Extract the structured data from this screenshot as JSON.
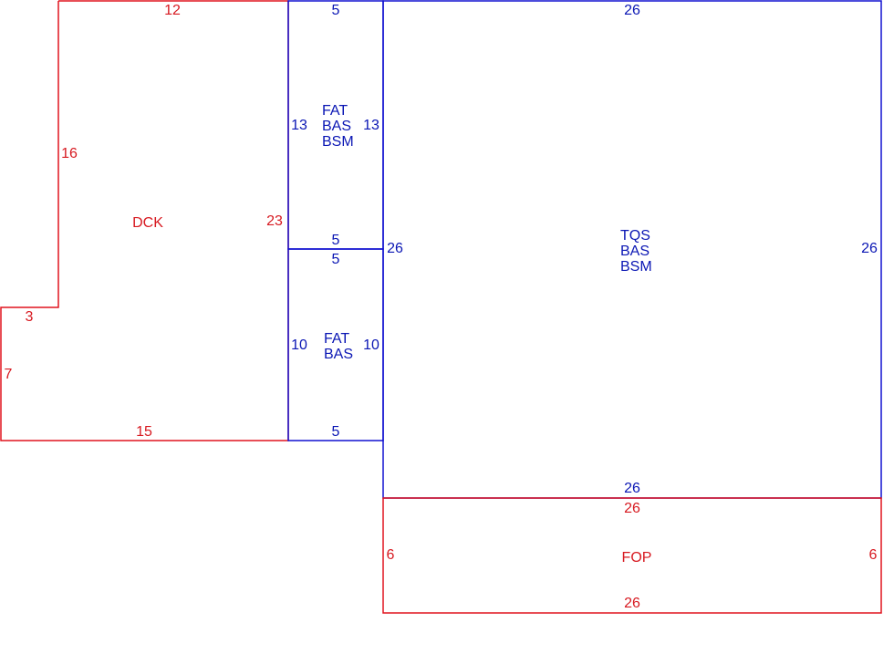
{
  "colors": {
    "red": "#d71920",
    "blue": "#0a16b4"
  },
  "areas": {
    "dck": {
      "name": "DCK",
      "top": "12",
      "upper_left": "16",
      "step_top": "3",
      "lower_left": "7",
      "bottom": "15",
      "right": "23"
    },
    "fat_upper": {
      "line1": "FAT",
      "line2": "BAS",
      "line3": "BSM",
      "top": "5",
      "left": "13",
      "right": "13",
      "bottom": "5"
    },
    "fat_lower": {
      "line1": "FAT",
      "line2": "BAS",
      "top": "5",
      "left": "10",
      "right": "10",
      "bottom": "5"
    },
    "tqs": {
      "line1": "TQS",
      "line2": "BAS",
      "line3": "BSM",
      "top": "26",
      "left": "26",
      "right": "26",
      "bottom": "26"
    },
    "fop": {
      "name": "FOP",
      "top": "26",
      "left": "6",
      "right": "6",
      "bottom": "26"
    }
  }
}
